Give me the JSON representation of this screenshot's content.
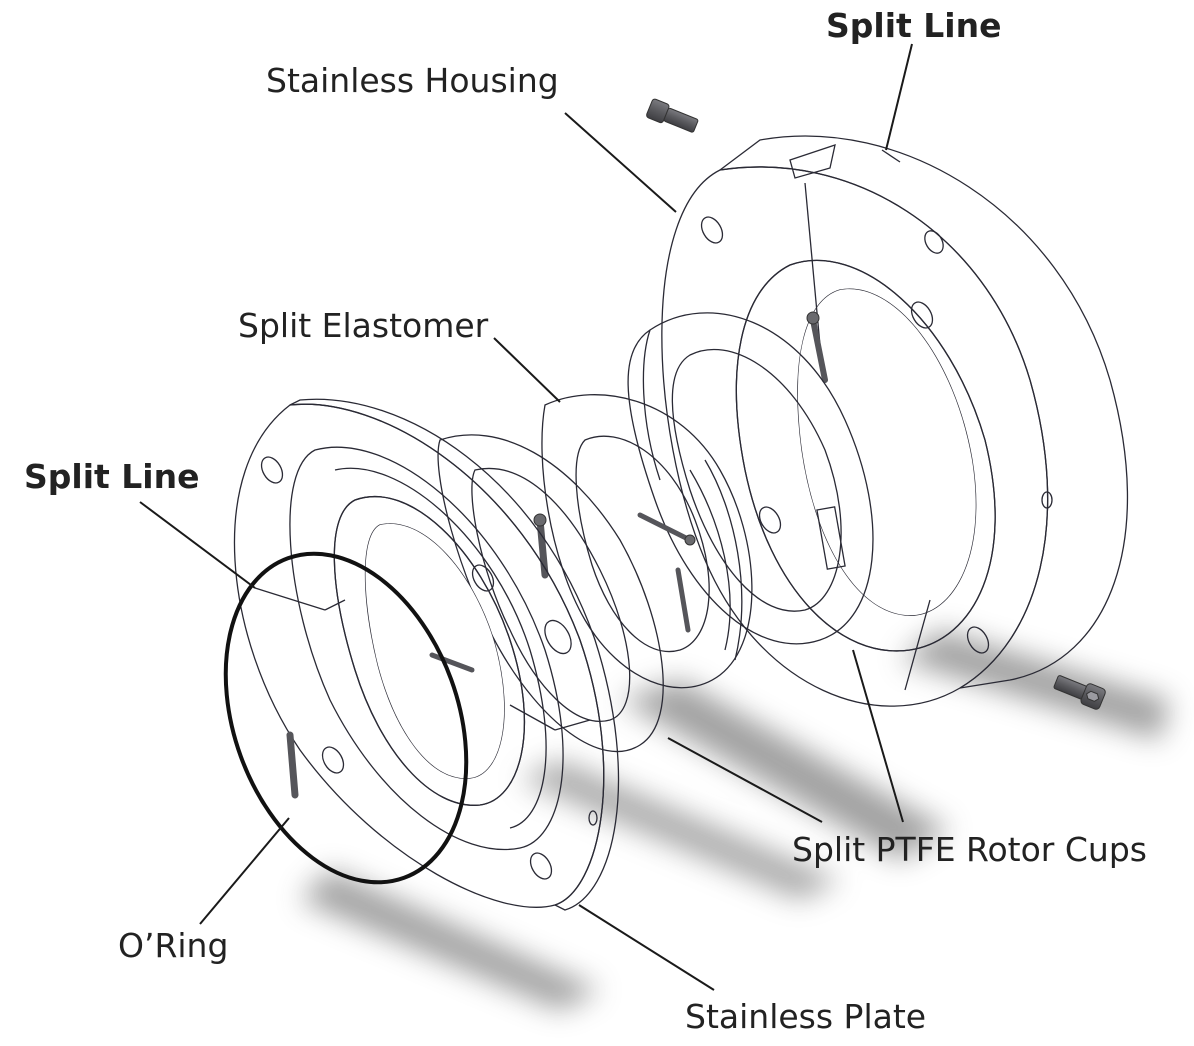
{
  "title": "Split seal exploded assembly",
  "colors": {
    "steel": "#8e8f9f",
    "steel_light": "#b8b9c6",
    "steel_dark": "#6e6f7e",
    "ptfe": "#9b2f95",
    "ptfe_light": "#c45ab9",
    "elastomer": "#2f9e98",
    "elastomer_light": "#52bcb4",
    "oring": "#111111",
    "bolt": "#5a5a5e",
    "label_text": "#222222"
  },
  "labels": [
    {
      "id": "split-line-top",
      "text": "Split Line",
      "bold": true,
      "part": "stainless-housing"
    },
    {
      "id": "stainless-housing",
      "text": "Stainless Housing",
      "bold": false,
      "part": "stainless-housing"
    },
    {
      "id": "split-elastomer",
      "text": "Split Elastomer",
      "bold": false,
      "part": "split-elastomer"
    },
    {
      "id": "split-line-left",
      "text": "Split Line",
      "bold": true,
      "part": "stainless-plate"
    },
    {
      "id": "split-ptfe-rotor-cups",
      "text": "Split PTFE Rotor Cups",
      "bold": false,
      "part": "ptfe-rotor-cups"
    },
    {
      "id": "o-ring",
      "text": "O’Ring",
      "bold": false,
      "part": "o-ring"
    },
    {
      "id": "stainless-plate",
      "text": "Stainless Plate",
      "bold": false,
      "part": "stainless-plate"
    }
  ],
  "parts": [
    {
      "id": "stainless-housing",
      "name": "Stainless Housing",
      "material": "steel"
    },
    {
      "id": "ptfe-cup-rear",
      "name": "PTFE Rotor Cup (rear)",
      "material": "ptfe"
    },
    {
      "id": "split-elastomer",
      "name": "Split Elastomer",
      "material": "elastomer"
    },
    {
      "id": "ptfe-cup-front",
      "name": "PTFE Rotor Cup (front)",
      "material": "ptfe"
    },
    {
      "id": "stainless-plate",
      "name": "Stainless Plate",
      "material": "steel"
    },
    {
      "id": "o-ring",
      "name": "O’Ring",
      "material": "oring"
    },
    {
      "id": "bolt-top",
      "name": "Cap screw",
      "material": "bolt"
    },
    {
      "id": "bolt-bottom",
      "name": "Cap screw",
      "material": "bolt"
    }
  ]
}
